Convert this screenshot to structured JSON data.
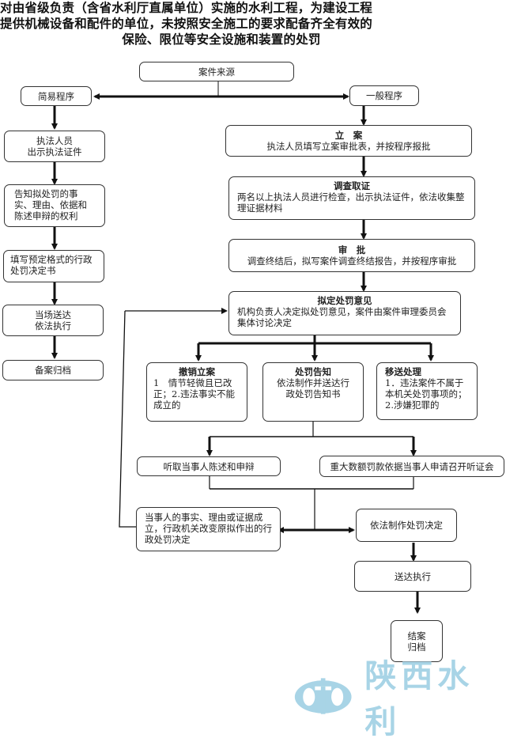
{
  "title": {
    "line1": "对由省级负责（含省水利厅直属单位）实施的水利工程，为建设工程",
    "line2": "提供机械设备和配件的单位，未按照安全施工的要求配备齐全有效的",
    "line3": "保险、限位等安全设施和装置的处罚"
  },
  "nodes": {
    "source": "案件来源",
    "simple": "简易程序",
    "general": "一般程序",
    "show_id": [
      "执法人员",
      "出示执法证件"
    ],
    "inform": "告知拟处罚的事实、理由、依据和陈述申辩的权利",
    "fill_form": "填写预定格式的行政处罚决定书",
    "deliver_onsite": [
      "当场送达",
      "依法执行"
    ],
    "archive_simple": "备案归档",
    "filing": {
      "head": "立　案",
      "body": "执法人员填写立案审批表，并按程序报批"
    },
    "investigate": {
      "head": "调查取证",
      "body": "两名以上执法人员进行检查，出示执法证件，依法收集整理证据材料"
    },
    "approve": {
      "head": "审　批",
      "body": "调查终结后，拟写案件调查终结报告，并按程序审批"
    },
    "draft_opinion": {
      "head": "拟定处罚意见",
      "body": "机构负责人决定拟处罚意见，案件由案件审理委员会集体讨论决定"
    },
    "revoke": {
      "head": "撤销立案",
      "body": "1　情节轻微且已改正；2.违法事实不能成立的"
    },
    "notice": {
      "head": "处罚告知",
      "body": "依法制作并送达行政处罚告知书"
    },
    "transfer": {
      "head": "移送处理",
      "body": [
        "1．违法案件不属于本机关处罚事项的；",
        "2.涉嫌犯罪的"
      ]
    },
    "hear_statement": "听取当事人陈述和申辩",
    "hearing": "重大数额罚款依据当事人申请召开听证会",
    "change_decision": "当事人的事实、理由或证据成立，行政机关改变原拟作出的行政处罚决定",
    "make_decision": "依法制作处罚决定",
    "deliver_execute": "送达执行",
    "close_archive": [
      "结案",
      "归档"
    ]
  },
  "logo": {
    "text": "陕西水利",
    "color": "#a8d4e6"
  }
}
